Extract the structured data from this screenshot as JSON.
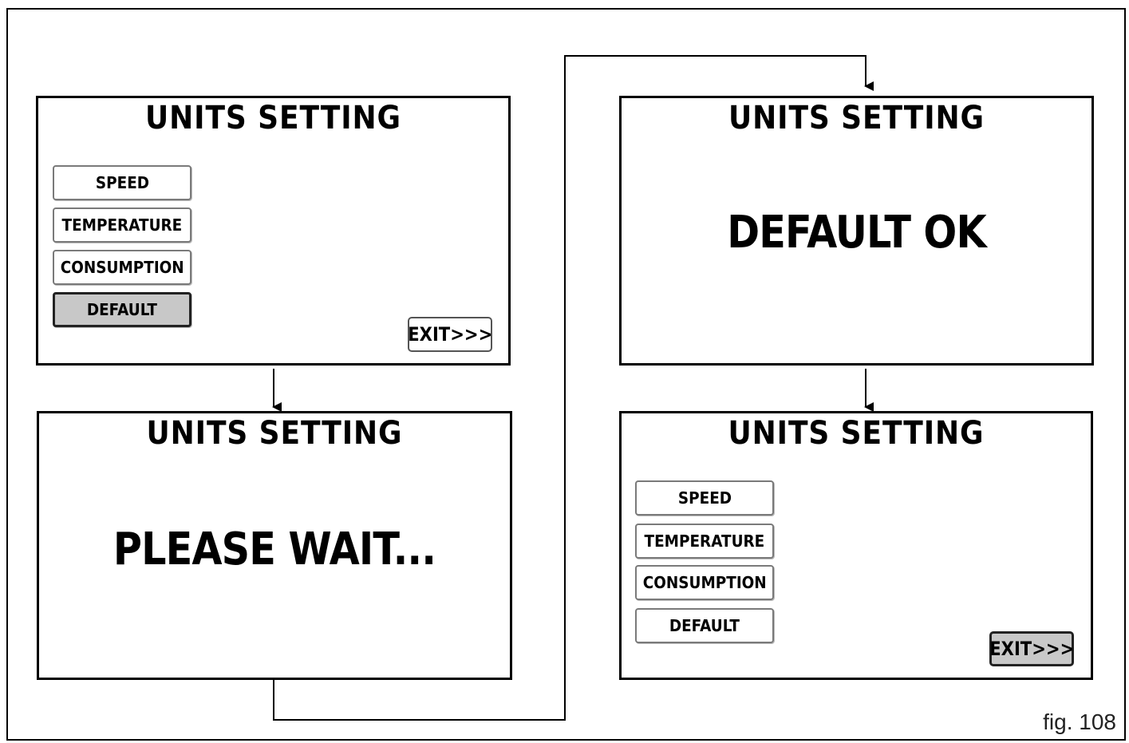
{
  "screens": {
    "s1": {
      "title": "UNITS SETTING",
      "menu": [
        "SPEED",
        "TEMPERATURE",
        "CONSUMPTION",
        "DEFAULT"
      ],
      "selected": "DEFAULT",
      "exit_label": "EXIT>>>"
    },
    "s2": {
      "title": "UNITS SETTING",
      "message": "PLEASE WAIT..."
    },
    "s3": {
      "title": "UNITS SETTING",
      "message": "DEFAULT OK"
    },
    "s4": {
      "title": "UNITS SETTING",
      "menu": [
        "SPEED",
        "TEMPERATURE",
        "CONSUMPTION",
        "DEFAULT"
      ],
      "selected": "EXIT>>>",
      "exit_label": "EXIT>>>"
    }
  },
  "figure_label": "fig. 108",
  "colors": {
    "selected_fill": "#c8c8c8",
    "border": "#000000"
  }
}
